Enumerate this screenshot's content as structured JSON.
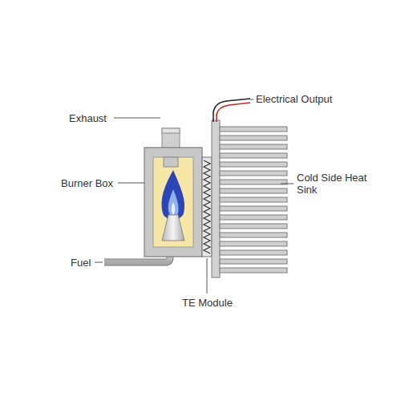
{
  "diagram": {
    "labels": [
      "Exhaust",
      "Electrical Output",
      "Burner Box",
      "Cold Side Heat Sink",
      "Fuel",
      "TE Module"
    ]
  }
}
